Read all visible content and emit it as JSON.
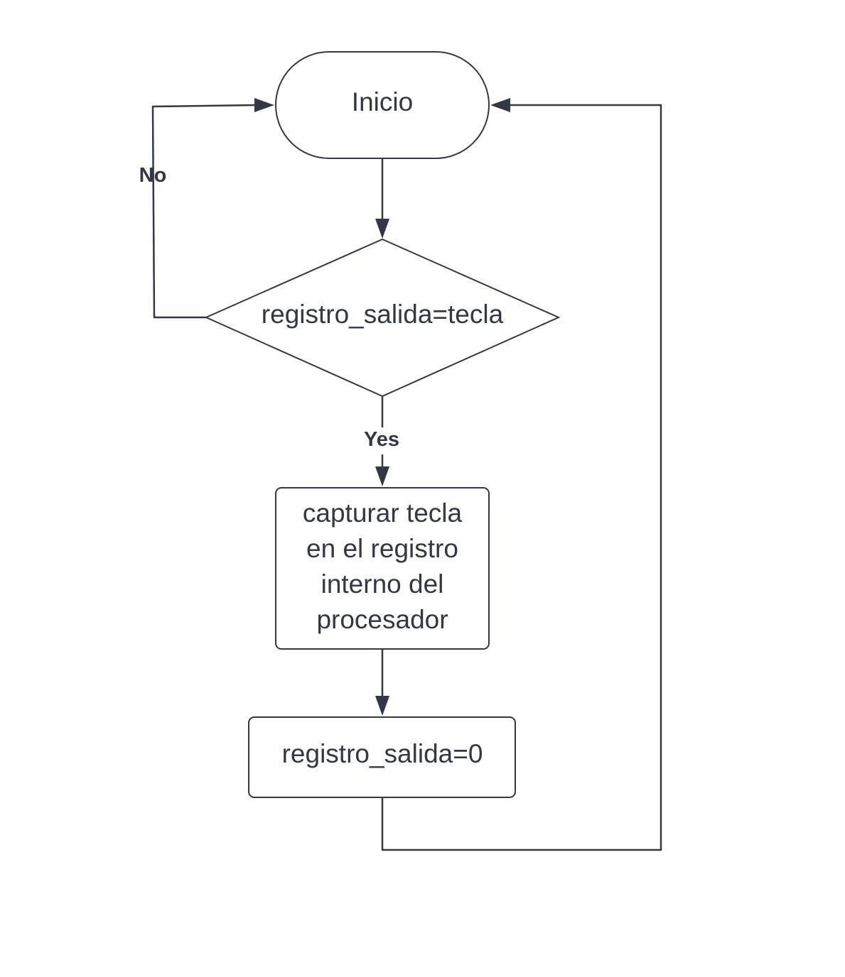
{
  "nodes": {
    "start": {
      "label": "Inicio"
    },
    "decision": {
      "label": "registro_salida=tecla"
    },
    "capture": {
      "lines": [
        "capturar tecla",
        "en el registro",
        "interno del",
        "procesador"
      ]
    },
    "reset": {
      "label": "registro_salida=0"
    }
  },
  "edges": {
    "no_label": "No",
    "yes_label": "Yes"
  },
  "colors": {
    "stroke": "#333844",
    "text": "#333844",
    "background": "#ffffff"
  }
}
